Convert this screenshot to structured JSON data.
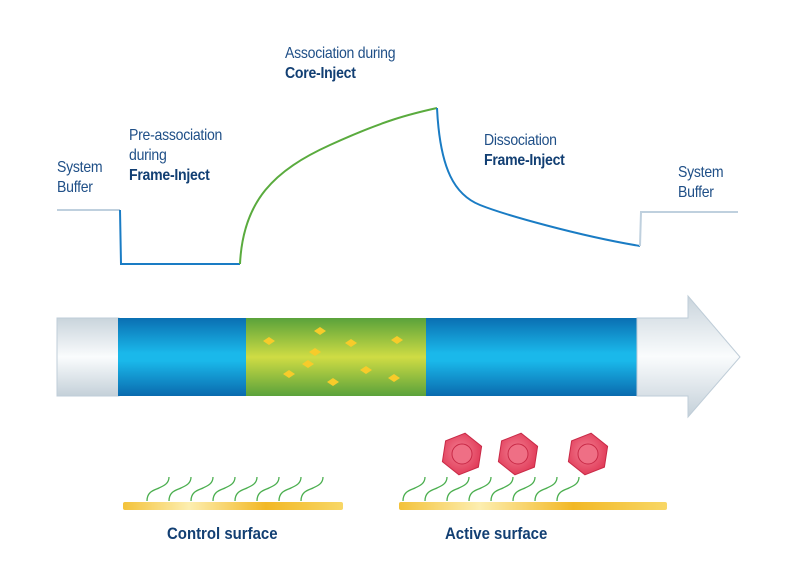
{
  "labels": {
    "system_buffer_left": {
      "line1": "System",
      "line2": "Buffer"
    },
    "pre_association": {
      "line1": "Pre-association",
      "line2": "during",
      "bold": "Frame-Inject"
    },
    "association": {
      "line1": "Association during",
      "bold": "Core-Inject"
    },
    "dissociation": {
      "line1": "Dissociation",
      "bold": "Frame-Inject"
    },
    "system_buffer_right": {
      "line1": "System",
      "line2": "Buffer"
    }
  },
  "sensorgram_phases": [
    "System Buffer",
    "Pre-association",
    "Association",
    "Dissociation",
    "System Buffer"
  ],
  "flow_tube": {
    "segments": [
      "buffer",
      "frame-inject",
      "core-inject (analyte)",
      "frame-inject",
      "buffer"
    ],
    "analyte_particle_count": 10
  },
  "surfaces": {
    "control": {
      "caption": "Control surface",
      "ligand_count": 8,
      "bound_analytes": 0
    },
    "active": {
      "caption": "Active surface",
      "ligand_count": 8,
      "bound_analytes": 3
    }
  },
  "colors": {
    "text_dark": "#123f73",
    "text": "#1f4f87",
    "baseline_line": "#bfd0de",
    "buffer_line": "#1a7cc4",
    "association_line": "#5aab3e",
    "tube_blue": "#0d7dc4",
    "tube_green": "#7fb23c",
    "particle": "#f7cb2a",
    "analyte": "#e2435f",
    "surface": "#f5c842",
    "ligand": "#4caf50"
  }
}
